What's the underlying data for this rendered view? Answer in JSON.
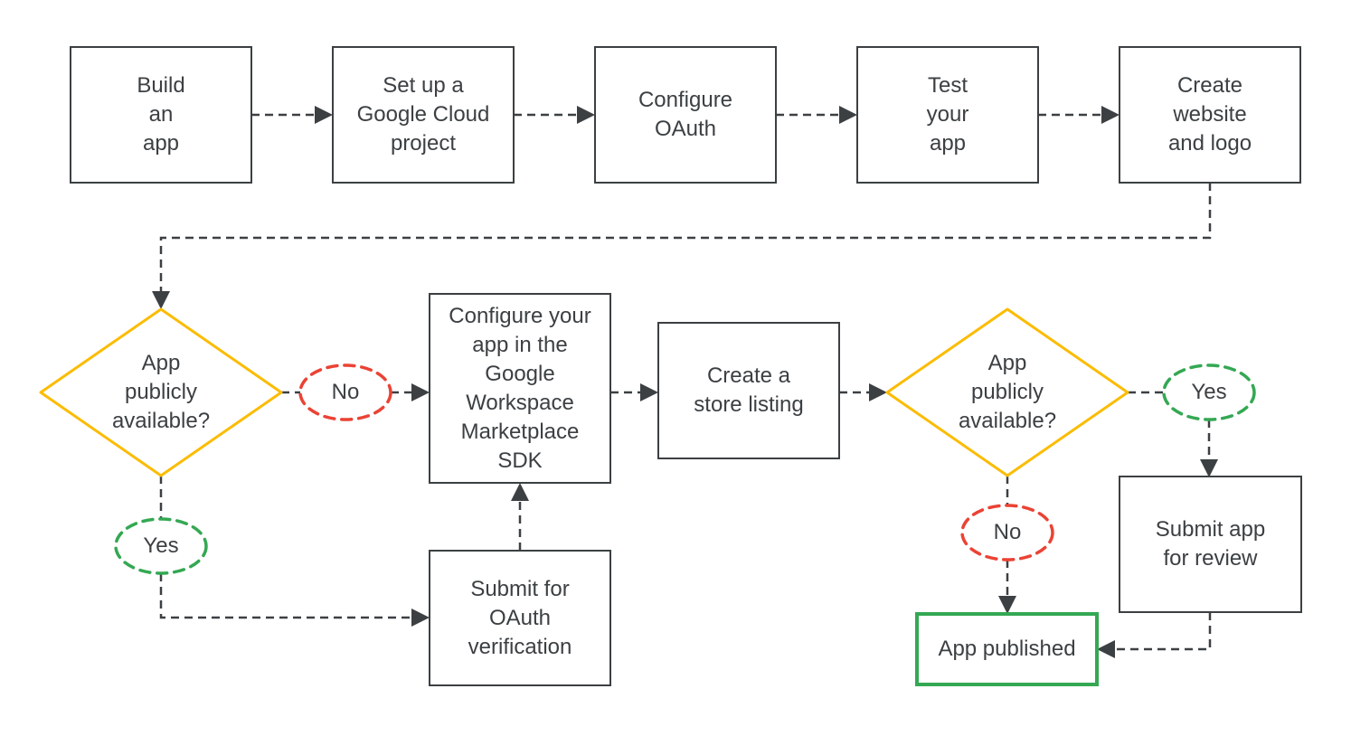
{
  "colors": {
    "line": "#3C4043",
    "text": "#3C4043",
    "yellow": "#FBBC04",
    "red": "#EA4335",
    "green": "#34A853",
    "background": "#ffffff"
  },
  "nodes": {
    "build_app": "Build\nan\napp",
    "setup_project": "Set up a\nGoogle Cloud\nproject",
    "configure_oauth": "Configure\nOAuth",
    "test_app": "Test\nyour\napp",
    "create_website": "Create\nwebsite\nand logo",
    "decision1": "App\npublicly\navailable?",
    "no1": "No",
    "yes1": "Yes",
    "sdk": "Configure your\napp in the\nGoogle\nWorkspace\nMarketplace\nSDK",
    "store_listing": "Create a\nstore listing",
    "submit_oauth": "Submit for\nOAuth\nverification",
    "decision2": "App\npublicly\navailable?",
    "yes2": "Yes",
    "no2": "No",
    "submit_review": "Submit app\nfor review",
    "app_published": "App published"
  },
  "edges": [
    {
      "from": "Build an app",
      "to": "Set up a Google Cloud project",
      "label": ""
    },
    {
      "from": "Set up a Google Cloud project",
      "to": "Configure OAuth",
      "label": ""
    },
    {
      "from": "Configure OAuth",
      "to": "Test your app",
      "label": ""
    },
    {
      "from": "Test your app",
      "to": "Create website and logo",
      "label": ""
    },
    {
      "from": "Create website and logo",
      "to": "App publicly available? (1)",
      "label": ""
    },
    {
      "from": "App publicly available? (1)",
      "to": "Configure your app in the Google Workspace Marketplace SDK",
      "label": "No"
    },
    {
      "from": "App publicly available? (1)",
      "to": "Submit for OAuth verification",
      "label": "Yes"
    },
    {
      "from": "Submit for OAuth verification",
      "to": "Configure your app in the Google Workspace Marketplace SDK",
      "label": ""
    },
    {
      "from": "Configure your app in the Google Workspace Marketplace SDK",
      "to": "Create a store listing",
      "label": ""
    },
    {
      "from": "Create a store listing",
      "to": "App publicly available? (2)",
      "label": ""
    },
    {
      "from": "App publicly available? (2)",
      "to": "Submit app for review",
      "label": "Yes"
    },
    {
      "from": "App publicly available? (2)",
      "to": "App published",
      "label": "No"
    },
    {
      "from": "Submit app for review",
      "to": "App published",
      "label": ""
    }
  ]
}
